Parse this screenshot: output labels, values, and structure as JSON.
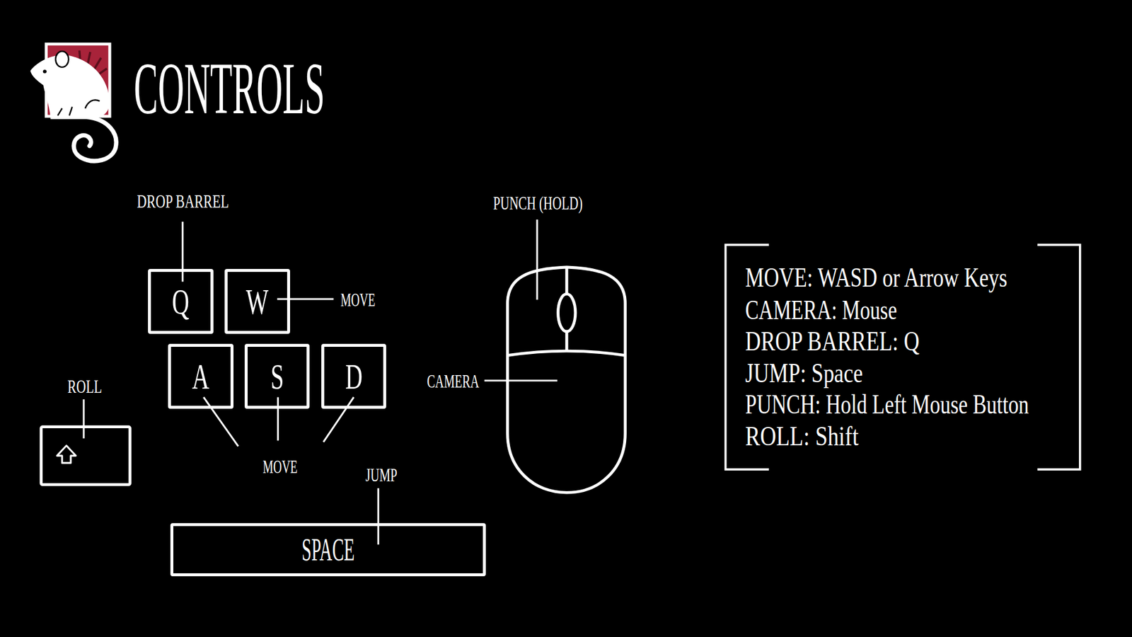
{
  "diagram": {
    "title": "CONTROLS",
    "nodes": [
      {
        "text": [
          "Q"
        ]
      },
      {
        "text": [
          "W"
        ]
      },
      {
        "text": [
          "A"
        ]
      },
      {
        "text": [
          "S"
        ]
      },
      {
        "text": [
          "D"
        ]
      },
      {
        "text": [
          "SPACE"
        ]
      }
    ],
    "labels": [
      "DROP BARREL",
      "MOVE",
      "ROLL",
      "MOVE",
      "JUMP",
      "PUNCH (HOLD)",
      "CAMERA",
      "MOVE: WASD or Arrow Keys",
      "CAMERA: Mouse",
      "DROP BARREL: Q",
      "JUMP: Space",
      "PUNCH: Hold Left Mouse Button",
      "ROLL: Shift"
    ]
  }
}
